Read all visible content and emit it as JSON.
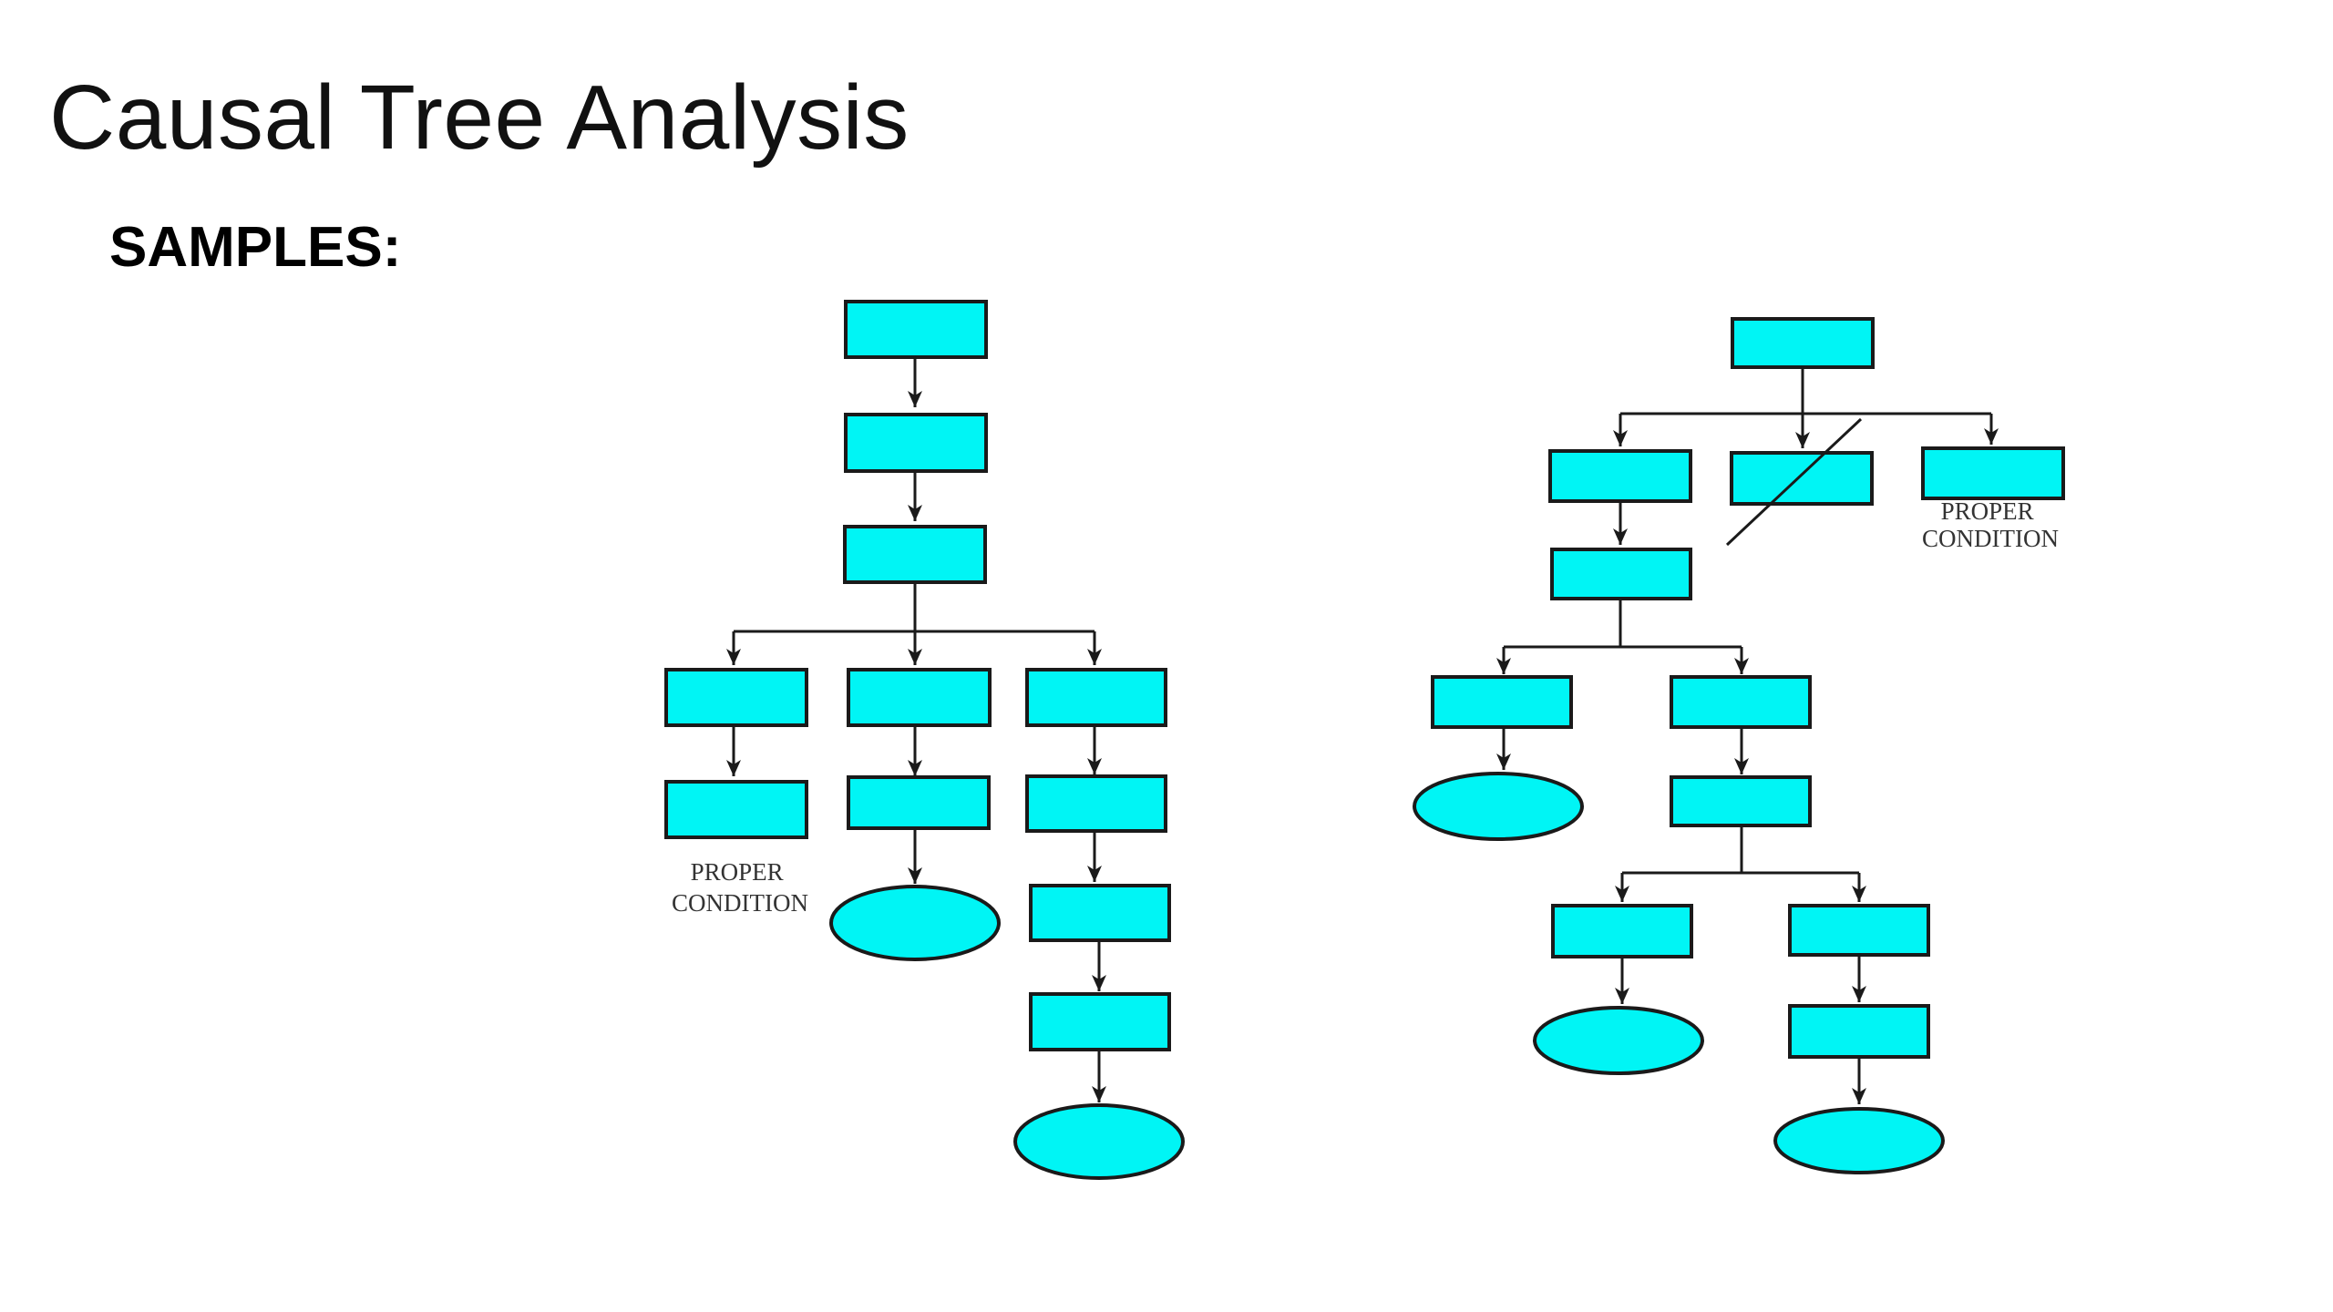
{
  "slide": {
    "title": "Causal Tree Analysis",
    "subtitle": "SAMPLES:"
  },
  "colors": {
    "node_fill": "#00f5f5",
    "node_stroke": "#1a1a1a",
    "line": "#1a1a1a"
  },
  "diagrams": {
    "left": {
      "proper_condition_label": [
        "PROPER",
        "CONDITION"
      ]
    },
    "right": {
      "proper_condition_label": [
        "PROPER",
        "CONDITION"
      ]
    }
  }
}
